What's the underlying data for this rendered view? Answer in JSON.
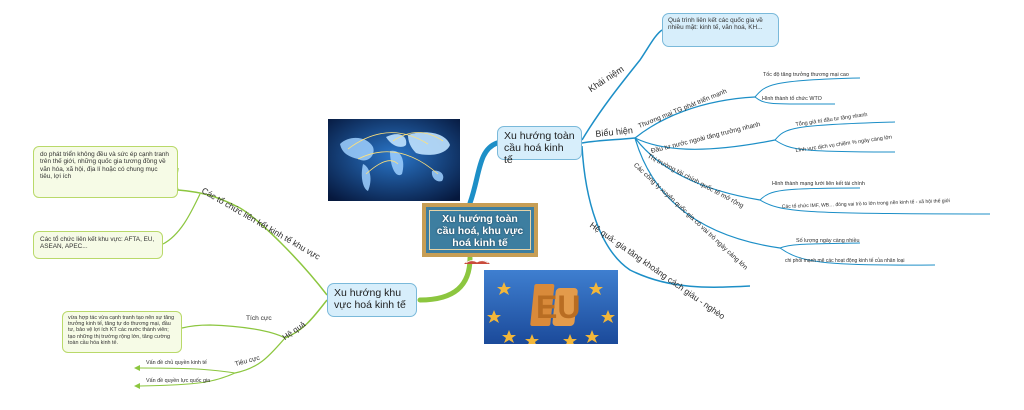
{
  "center": {
    "title": "Xu hướng toàn cầu hoá, khu vực hoá kinh tế"
  },
  "right": {
    "main": "Xu hướng toàn cầu hoá kinh tế",
    "khai_niem": {
      "label": "Khái niệm",
      "box": "Quá trình liên kết các quốc gia về nhiều mặt: kinh tế, văn hoá, KH..."
    },
    "bieu_hien": {
      "label": "Biểu hiện",
      "thuong_mai": {
        "label": "Thương mại TG phát triển mạnh",
        "items": [
          "Tốc độ tăng trưởng thương mại cao",
          "Hình thành tổ chức WTO"
        ]
      },
      "dau_tu": {
        "label": "Đầu tư nước ngoài tăng trưởng nhanh",
        "items": [
          "Tổng giá trị đầu tư tăng nhanh",
          "Lĩnh vực dịch vụ chiếm % ngày càng lớn"
        ]
      },
      "tai_chinh": {
        "label": "Thị trường tài chính quốc tế mở rộng",
        "items": [
          "Hình thành mạng lưới liên kết tài chính",
          "Các tổ chức IMF, WB… đóng vai trò to lớn trong nền kinh tế - xã hội thế giới"
        ]
      },
      "cong_ty": {
        "label": "Các công ty xuyên quốc gia có vai trò ngày càng lớn",
        "items": [
          "Số lượng ngày càng nhiều",
          "chi phối mạnh mẽ các hoạt động kinh tế của nhân loại"
        ]
      }
    },
    "he_qua": "Hệ quả: gia tăng khoảng cách giàu - nghèo"
  },
  "left": {
    "main": "Xu hướng khu vực hoá kinh tế",
    "cac_to_chuc": {
      "label": "Các tổ chức liên kết kinh tế khu vực",
      "box1": "do phát triển không đều và sức ép cạnh tranh trên thế giới, những quốc gia tương đồng về văn hóa, xã hội, địa lí hoặc có chung mục tiêu, lợi ích",
      "box2": "Các tổ chức liên kết khu vực: AFTA, EU, ASEAN, APEC..."
    },
    "he_qua": {
      "label": "Hệ quả",
      "tich_cuc": {
        "label": "Tích cực",
        "box": "vừa hợp tác vừa cạnh tranh tạo nên sự tăng trưởng kinh tế, tăng tự do thương mại, đầu tư, bảo vệ lợi ích KT các nước thành viên; tạo những thị trường rộng lớn, tăng cường toàn cầu hóa kinh tế."
      },
      "tieu_cuc": {
        "label": "Tiêu cực",
        "items": [
          "Vấn đề chủ quyền kinh tế",
          "Vấn đề quyền lực quốc gia"
        ]
      }
    }
  },
  "images": {
    "world_map": "world-map-image",
    "eu": "eu-flag-image",
    "eu_text": "EU"
  },
  "colors": {
    "blue_branch": "#1d8fc7",
    "green_branch": "#8cc63f",
    "center_bg": "#3d7ea0",
    "center_border": "#c79e55"
  }
}
